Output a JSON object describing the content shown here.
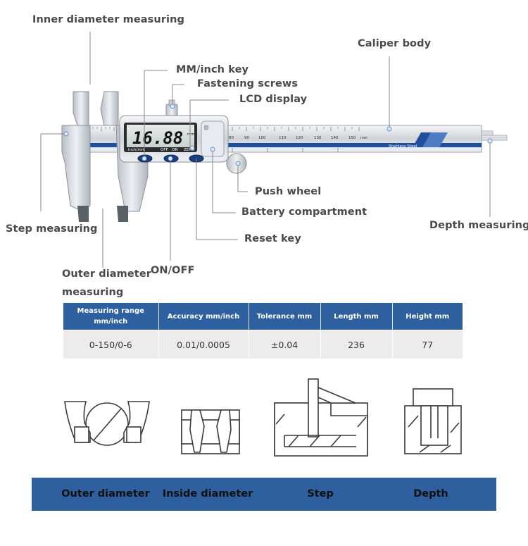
{
  "callouts": {
    "inner_diameter": "Inner diameter measuring",
    "caliper_body": "Caliper body",
    "mm_inch_key": "MM/inch key",
    "fastening_screws": "Fastening screws",
    "lcd_display": "LCD display",
    "push_wheel": "Push wheel",
    "battery_compartment": "Battery compartment",
    "step_measuring": "Step measuring",
    "depth_measuring": "Depth measuring",
    "reset_key": "Reset key",
    "outer_diameter": "Outer diameter measuring",
    "on_off": "ON/OFF"
  },
  "device": {
    "lcd_reading": "16.88",
    "lcd_unit": "mm",
    "button_labels": [
      "inch/mm",
      "OFF",
      "ON",
      "ZERO"
    ],
    "beam_text": "Stainless Steel",
    "scale_numbers": [
      "80",
      "90",
      "100",
      "110",
      "120",
      "130",
      "140",
      "150"
    ],
    "scale_start": "0",
    "scale_end_unit": "mm"
  },
  "spec_table": {
    "headers": [
      "Measuring range mm/inch",
      "Accuracy mm/inch",
      "Tolerance mm",
      "Length mm",
      "Height mm"
    ],
    "rows": [
      [
        "0-150/0-6",
        "0.01/0.0005",
        "±0.04",
        "236",
        "77"
      ]
    ]
  },
  "modes": {
    "labels": [
      "Outer diameter",
      "Inside diameter",
      "Step",
      "Depth"
    ]
  },
  "colors": {
    "accent_blue": "#2e5f9e",
    "table_row_bg": "#ececec",
    "label_text": "#4a4a4a",
    "lead_line": "#888888"
  }
}
